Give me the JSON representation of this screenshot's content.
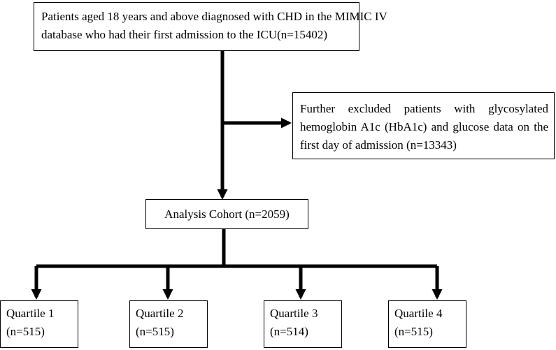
{
  "diagram": {
    "top_box": {
      "line1": "Patients aged 18 years and above diagnosed with CHD in the MIMIC IV",
      "line2": "database who had their first admission to the ICU(n=15402)"
    },
    "exclusion_box": {
      "line1": "Further excluded patients with glycosylated",
      "line2": "hemoglobin A1c (HbA1c) and glucose data on the",
      "line3": "first day of admission (n=13343)"
    },
    "cohort_box": {
      "label": "Analysis Cohort (n=2059)"
    },
    "quartiles": [
      {
        "label": "Quartile 1",
        "count": "(n=515)"
      },
      {
        "label": "Quartile 2",
        "count": "(n=515)"
      },
      {
        "label": "Quartile 3",
        "count": "(n=514)"
      },
      {
        "label": "Quartile 4",
        "count": "(n=515)"
      }
    ],
    "line_color": "#000000"
  }
}
